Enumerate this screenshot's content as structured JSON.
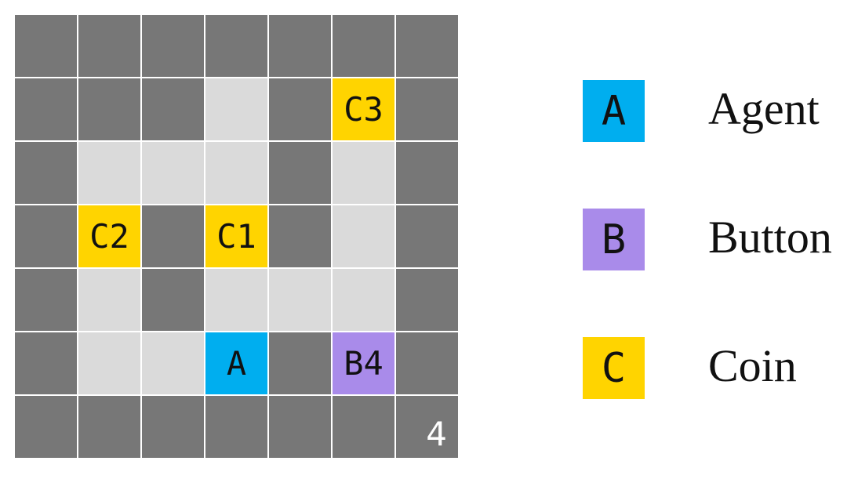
{
  "board": {
    "grid": [
      [
        "wall",
        "wall",
        "wall",
        "wall",
        "wall",
        "wall",
        "wall"
      ],
      [
        "wall",
        "wall",
        "wall",
        "floor",
        "wall",
        "coin",
        "wall"
      ],
      [
        "wall",
        "floor",
        "floor",
        "floor",
        "wall",
        "floor",
        "wall"
      ],
      [
        "wall",
        "coin",
        "wall",
        "coin",
        "wall",
        "floor",
        "wall"
      ],
      [
        "wall",
        "floor",
        "wall",
        "floor",
        "floor",
        "floor",
        "wall"
      ],
      [
        "wall",
        "floor",
        "floor",
        "agent",
        "wall",
        "button",
        "wall"
      ],
      [
        "wall",
        "wall",
        "wall",
        "wall",
        "wall",
        "wall",
        "counter"
      ]
    ],
    "labels": [
      [
        "",
        "",
        "",
        "",
        "",
        "",
        ""
      ],
      [
        "",
        "",
        "",
        "",
        "",
        "C3",
        ""
      ],
      [
        "",
        "",
        "",
        "",
        "",
        "",
        ""
      ],
      [
        "",
        "C2",
        "",
        "C1",
        "",
        "",
        ""
      ],
      [
        "",
        "",
        "",
        "",
        "",
        "",
        ""
      ],
      [
        "",
        "",
        "",
        "A",
        "",
        "B4",
        ""
      ],
      [
        "",
        "",
        "",
        "",
        "",
        "",
        "4"
      ]
    ]
  },
  "legend": {
    "items": [
      {
        "key": "agent",
        "symbol": "A",
        "label": "Agent",
        "color": "#00aeef"
      },
      {
        "key": "button",
        "symbol": "B",
        "label": "Button",
        "color": "#a98bea"
      },
      {
        "key": "coin",
        "symbol": "C",
        "label": "Coin",
        "color": "#ffd400"
      }
    ]
  },
  "colors": {
    "wall": "#777777",
    "floor": "#dadada",
    "agent": "#00aeef",
    "button": "#a98bea",
    "coin": "#ffd400",
    "grid_line": "#ffffff"
  }
}
